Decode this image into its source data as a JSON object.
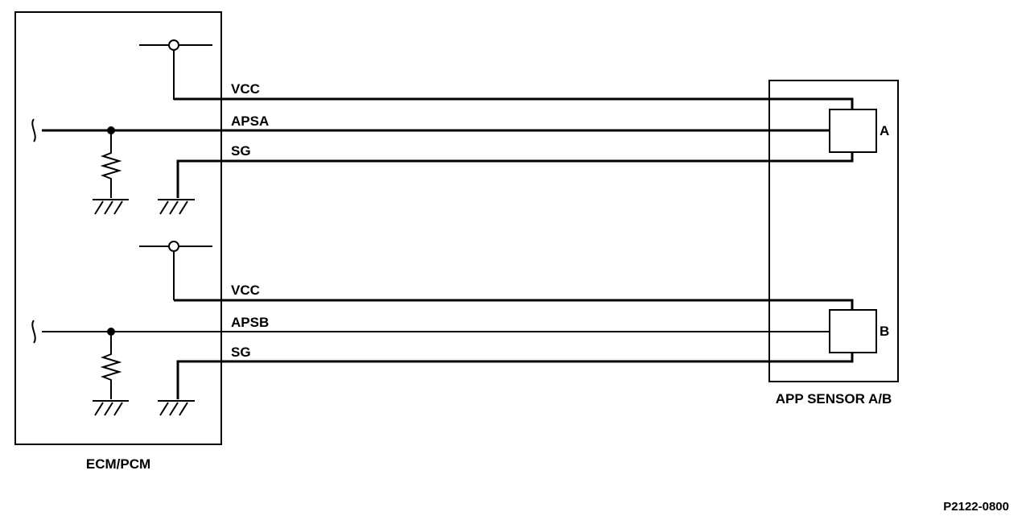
{
  "ecm": {
    "label": "ECM/PCM"
  },
  "sensor": {
    "label": "APP SENSOR A/B",
    "element_a": "A",
    "element_b": "B"
  },
  "circuit_a": {
    "vcc": "VCC",
    "signal": "APSA",
    "ground": "SG"
  },
  "circuit_b": {
    "vcc": "VCC",
    "signal": "APSB",
    "ground": "SG"
  },
  "figure_code": "P2122-0800"
}
